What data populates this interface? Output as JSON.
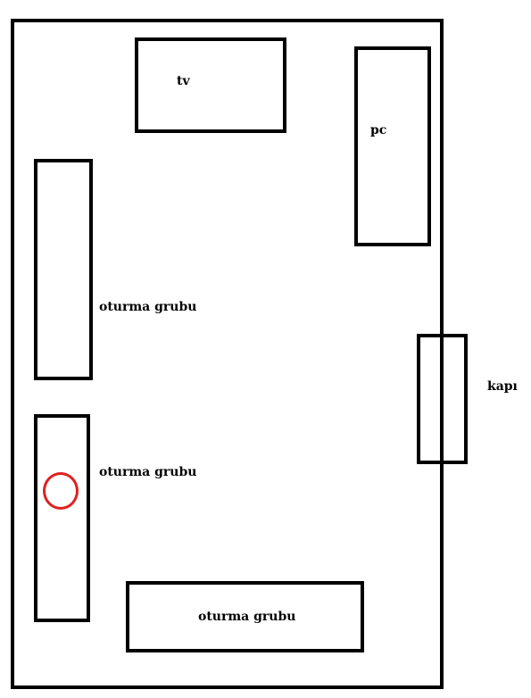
{
  "room": {
    "tv_label": "tv",
    "pc_label": "pc",
    "door_label": "kapı",
    "sofa_left_top_label": "oturma grubu",
    "sofa_left_bottom_label": "oturma grubu",
    "sofa_bottom_label": "oturma grubu"
  },
  "colors": {
    "outline": "#000000",
    "marker": "#e02020",
    "background": "#ffffff"
  }
}
